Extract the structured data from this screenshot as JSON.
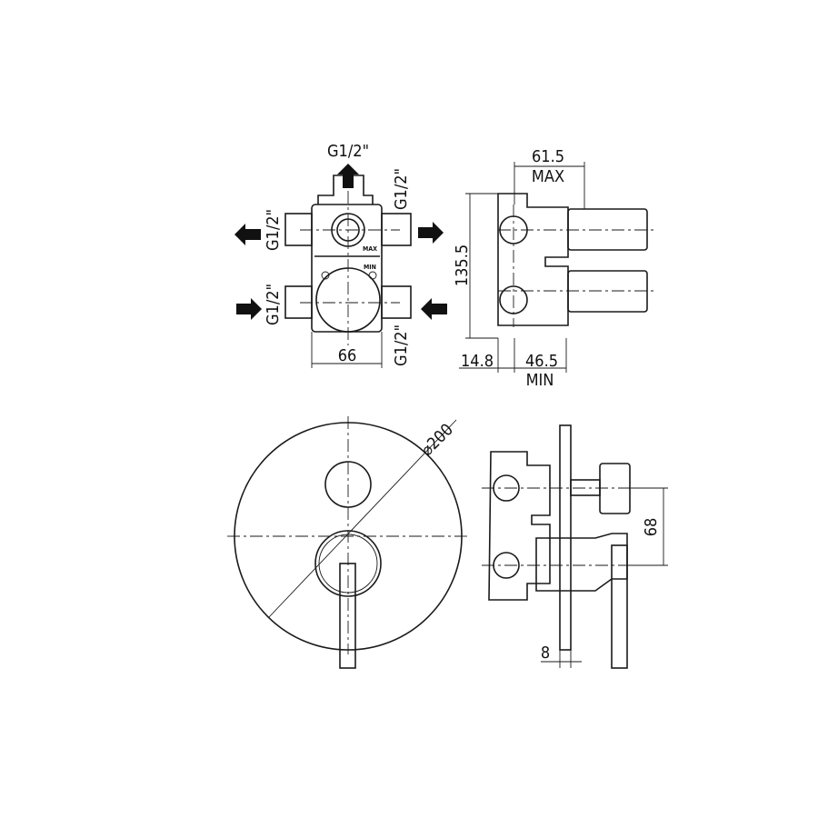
{
  "labels": {
    "thread_top": "G1/2\"",
    "thread_left_top": "G1/2\"",
    "thread_left_bottom": "G1/2\"",
    "thread_right_top": "G1/2\"",
    "thread_right_bottom": "G1/2\"",
    "width_66": "66",
    "depth_max": "61.5",
    "max": "MAX",
    "height_135": "135.5",
    "offset_14": "14.8",
    "depth_min": "46.5",
    "min": "MIN",
    "body_max": "MAX",
    "body_min": "MIN",
    "diameter": "⌀200",
    "spacing_68": "68",
    "plate_8": "8"
  }
}
